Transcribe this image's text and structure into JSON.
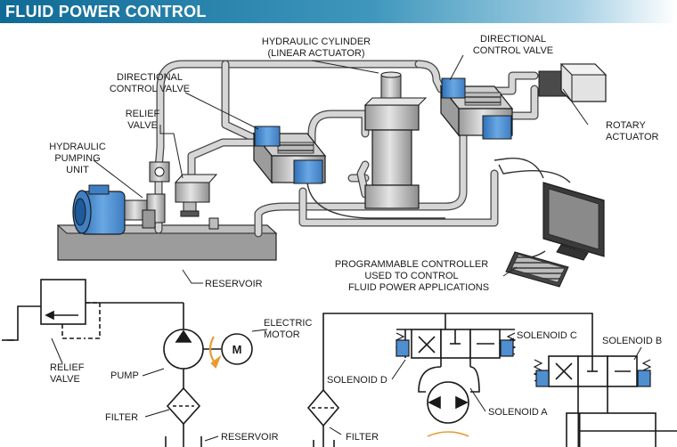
{
  "header": {
    "title": "FLUID POWER CONTROL"
  },
  "labels": {
    "hydraulic_cylinder": [
      "HYDRAULIC CYLINDER",
      "(LINEAR ACTUATOR)"
    ],
    "dcv_right": [
      "DIRECTIONAL",
      "CONTROL VALVE"
    ],
    "dcv_left": [
      "DIRECTIONAL",
      "CONTROL VALVE"
    ],
    "relief_valve_top": [
      "RELIEF",
      "VALVE"
    ],
    "pumping_unit": [
      "HYDRAULIC",
      "PUMPING",
      "UNIT"
    ],
    "rotary_actuator": [
      "ROTARY",
      "ACTUATOR"
    ],
    "reservoir_top": "RESERVOIR",
    "plc": [
      "PROGRAMMABLE CONTROLLER",
      "USED TO CONTROL",
      "FLUID POWER APPLICATIONS"
    ],
    "relief_valve_bottom": [
      "RELIEF",
      "VALVE"
    ],
    "pump": "PUMP",
    "electric_motor": [
      "ELECTRIC",
      "MOTOR"
    ],
    "motor_symbol": "M",
    "filter_left": "FILTER",
    "reservoir_bottom": "RESERVOIR",
    "solenoid_c": "SOLENOID C",
    "solenoid_b": "SOLENOID B",
    "solenoid_d": "SOLENOID D",
    "filter_right": "FILTER",
    "solenoid_a": "SOLENOID A"
  },
  "colors": {
    "accent_blue": "#4f8fd0",
    "metal": "#c9c9c9",
    "pipe": "#d2d2d2",
    "dark": "#222222"
  }
}
